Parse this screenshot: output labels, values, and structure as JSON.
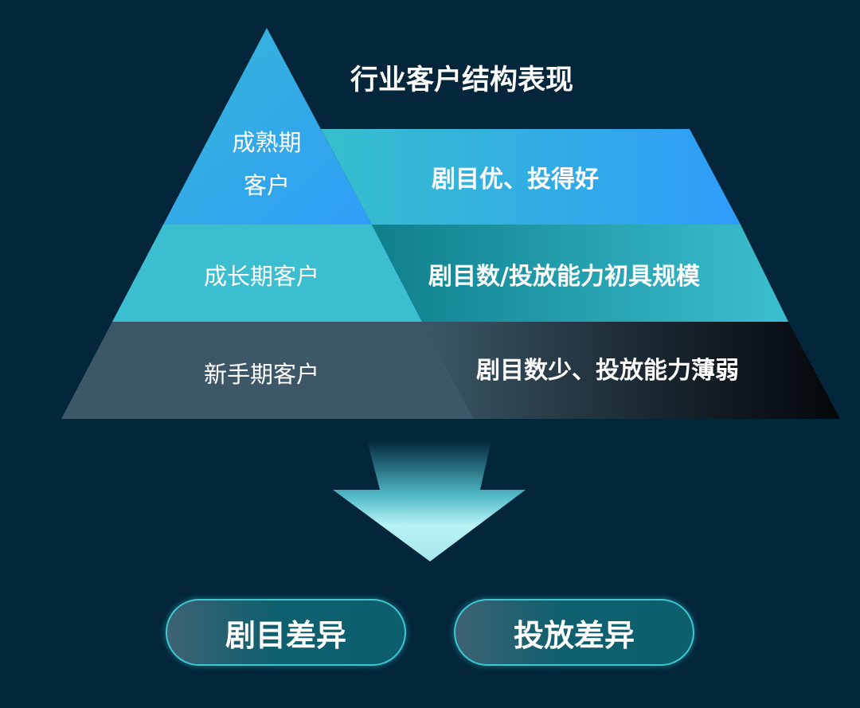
{
  "title": "行业客户结构表现",
  "tiers": [
    {
      "label_line1": "成熟期",
      "label_line2": "客户",
      "description": "剧目优、投得好"
    },
    {
      "label": "成长期客户",
      "description": "剧目数/投放能力初具规模"
    },
    {
      "label": "新手期客户",
      "description": "剧目数少、投放能力薄弱"
    }
  ],
  "outcomes": [
    "剧目差异",
    "投放差异"
  ],
  "colors": {
    "background": "#03263a",
    "blue": "#31a0f8",
    "teal": "#3bbfd0",
    "slate": "#3c5868",
    "accent_border": "#3cc8d0"
  }
}
